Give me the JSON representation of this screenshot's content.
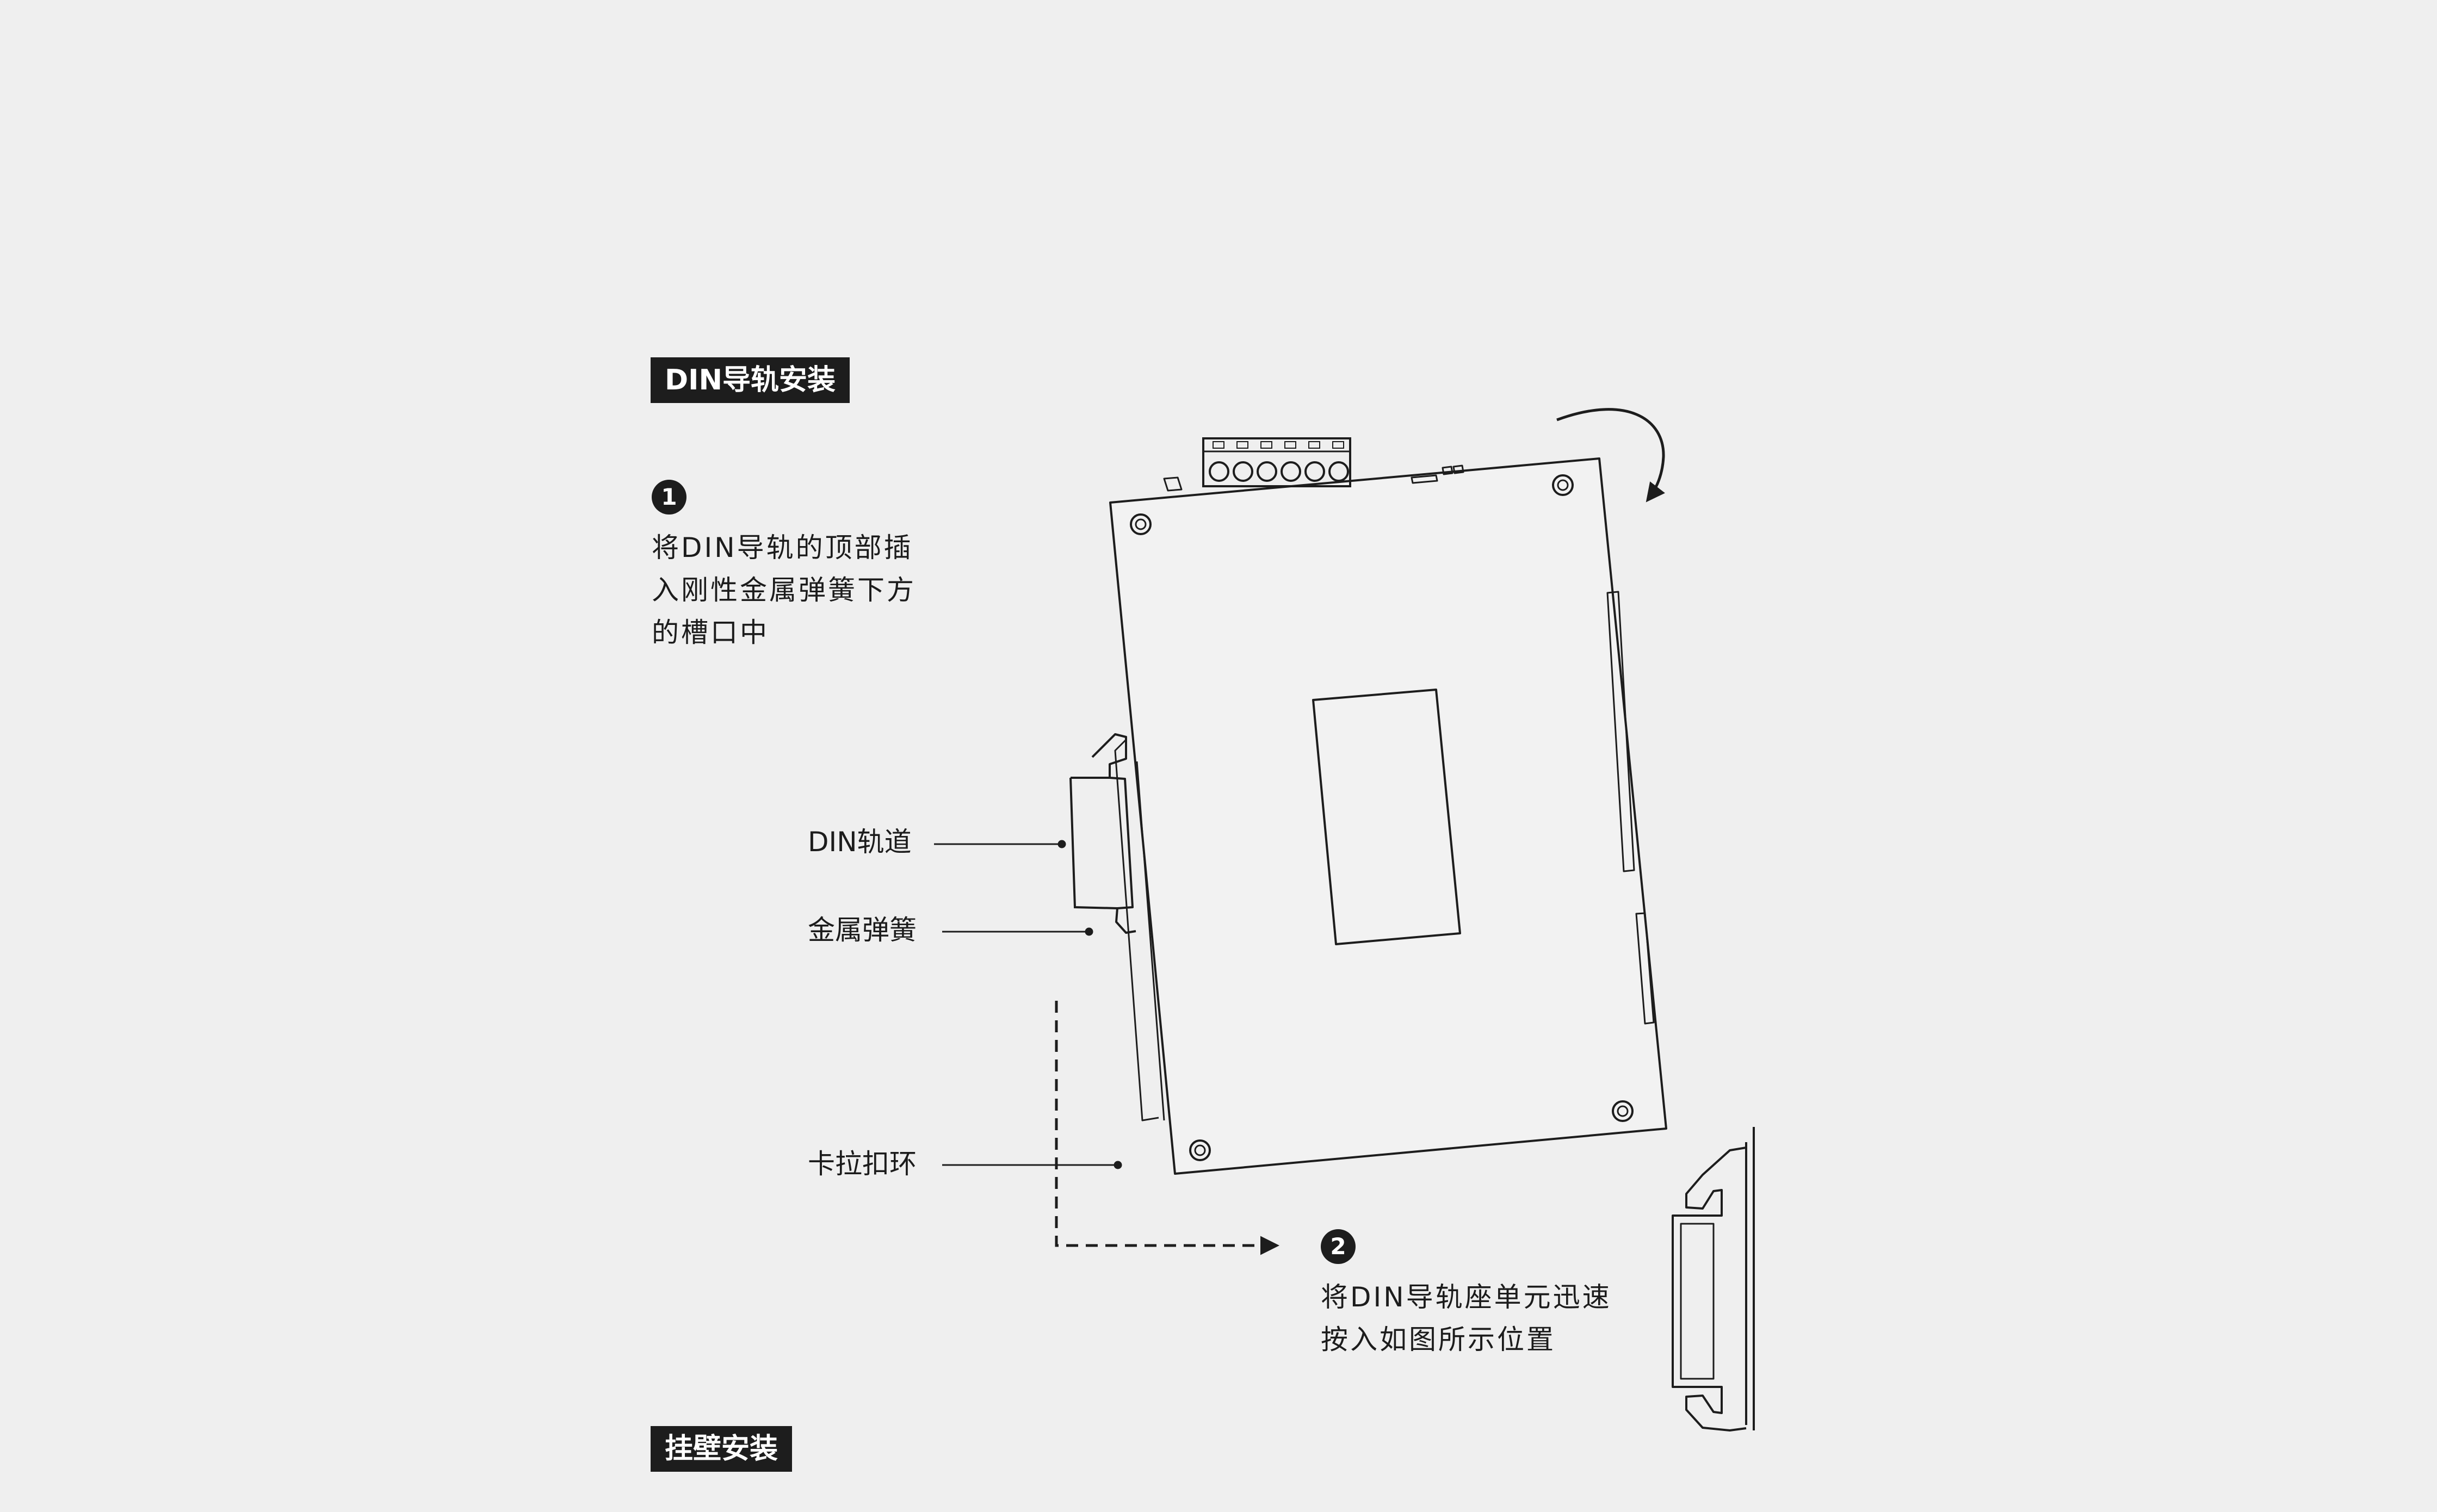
{
  "sections": {
    "din_rail_title": "DIN导轨安装",
    "wall_mount_title": "挂壁安装"
  },
  "steps": [
    {
      "number": "1",
      "lines": [
        "将DIN导轨的顶部插",
        "入刚性金属弹簧下方",
        "的槽口中"
      ]
    },
    {
      "number": "2",
      "lines": [
        "将DIN导轨座单元迅速",
        "按入如图所示位置"
      ]
    }
  ],
  "callouts": {
    "din_rail": "DIN轨道",
    "metal_spring": "金属弹簧",
    "clip_ring": "卡拉扣环"
  },
  "colors": {
    "background": "#efefef",
    "ink": "#1d1d1d",
    "label_text": "#ffffff"
  },
  "icons": {
    "rotate_arrow": "clockwise-arrow-icon",
    "push_arrow": "dashed-arrow-icon"
  }
}
